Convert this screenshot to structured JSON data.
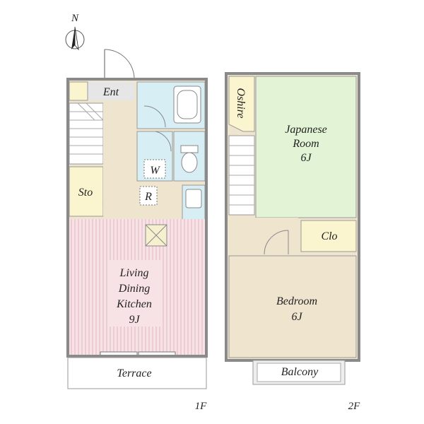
{
  "compass": {
    "letter": "N",
    "icon": "north-arrow-icon"
  },
  "floors": [
    {
      "id": "1F",
      "label": "1F",
      "rooms": {
        "entrance": "Ent",
        "storage": "Sto",
        "washer": "W",
        "refrigerator": "R",
        "living_dining_kitchen": [
          "Living",
          "Dining",
          "Kitchen",
          "9J"
        ],
        "terrace": "Terrace"
      }
    },
    {
      "id": "2F",
      "label": "2F",
      "rooms": {
        "oshire": "Oshire",
        "japanese_room": [
          "Japanese",
          "Room",
          "6J"
        ],
        "closet": "Clo",
        "bedroom": [
          "Bedroom",
          "6J"
        ],
        "balcony": "Balcony"
      }
    }
  ],
  "colors": {
    "wall": "#8a8a8a",
    "wood_floor": "#efe5cf",
    "wet_area": "#d7eef5",
    "ldk_floor": "#f7e2e6",
    "ldk_stripe": "#e3b8c0",
    "japanese_room": "#e3f4d6",
    "storage": "#faf4cf",
    "entrance": "#e6e6e6",
    "stairs": "#ffffff",
    "terrace": "#ffffff",
    "balcony": "#eeeeee"
  }
}
